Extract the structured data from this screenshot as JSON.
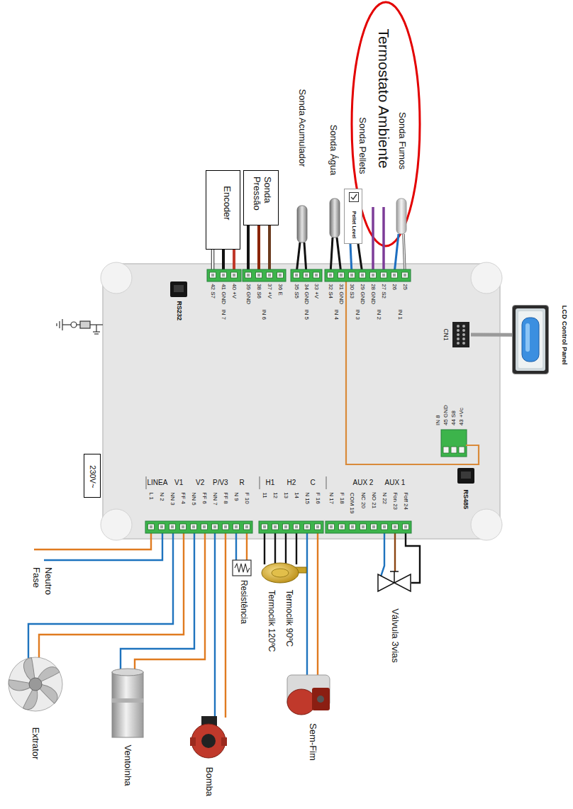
{
  "diagram": {
    "nodes": [
      {
        "text": [
          "LCD Control Panel"
        ]
      },
      {
        "text": [
          "CN1"
        ]
      },
      {
        "text": [
          "Encoder"
        ]
      },
      {
        "text": [
          "Sonda Pressão"
        ]
      },
      {
        "text": [
          "Pellet Level"
        ]
      },
      {
        "text": [
          "230V~"
        ]
      }
    ],
    "edges": [
      {
        "from": 0,
        "to": 1,
        "arrow": "none"
      }
    ],
    "labels": [
      "Termostato Ambiente",
      "Sonda Fumos",
      "Sonda Pellets",
      "Sonda Água",
      "Sonda Acumulador",
      "RS232",
      "RS485",
      "25",
      "26",
      "27 S2",
      "28 GND",
      "29 GND",
      "30 S3",
      "31 GND",
      "32 S4",
      "33 +V",
      "34 GND",
      "35 S5",
      "36 E",
      "37 +V",
      "38 S6",
      "39 GND",
      "40 +V",
      "41 GND",
      "42 S7",
      "IN 1",
      "IN 2",
      "IN 3",
      "IN 4",
      "IN 5",
      "IN 6",
      "IN 7",
      "43 +Vc",
      "44 S8",
      "45 GND",
      "IN 8",
      "LINEA",
      "V1",
      "V2",
      "P/V3",
      "R",
      "H1",
      "H2",
      "C",
      "AUX 2",
      "AUX 1",
      "L 1",
      "N 2",
      "NN 3",
      "FF 4",
      "NN 5",
      "FF 6",
      "NN 7",
      "FF 8",
      "N 9",
      "F 10",
      "11",
      "12",
      "13",
      "14",
      "N 15",
      "F 16",
      "N 17",
      "F 18",
      "COM 19",
      "NC 20",
      "NO 21",
      "N 22",
      "Fon 23",
      "Foff 24",
      "Fase",
      "Neutro",
      "Resistência",
      "Termoclik 120ºC",
      "Termoclik 90ºC",
      "Válvula 3vias",
      "Sem-Fim",
      "Bomba",
      "Ventoinha",
      "Extrator"
    ]
  }
}
